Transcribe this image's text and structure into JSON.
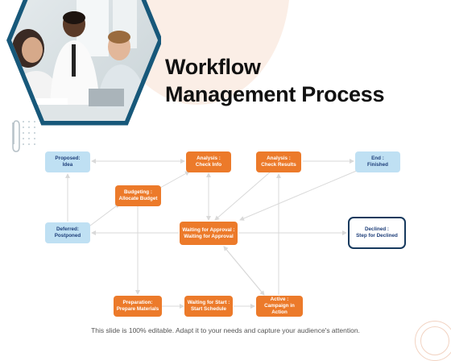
{
  "title": {
    "line1": "Workflow",
    "line2": "Management Process"
  },
  "footer": "This slide is 100% editable. Adapt it to your needs and capture your audience's attention.",
  "colors": {
    "blue_fill": "#bfe0f3",
    "orange_fill": "#ec7a2a",
    "outline_stroke": "#173a5e",
    "hexagon": "#17587a",
    "arrow": "#d9d9d9"
  },
  "nodes": {
    "proposed": {
      "line1": "Proposed:",
      "line2": "Idea"
    },
    "analysis_check_info": {
      "line1": "Analysis :",
      "line2": "Check Info"
    },
    "analysis_check_results": {
      "line1": "Analysis :",
      "line2": "Check Results"
    },
    "end": {
      "line1": "End :",
      "line2": "Finished"
    },
    "budgeting": {
      "line1": "Budgeting :",
      "line2": "Allocate Budget"
    },
    "deferred": {
      "line1": "Deferred:",
      "line2": "Postponed"
    },
    "waiting_approval": {
      "line1": "Waiting for Approval :",
      "line2": "Waiting for Approval"
    },
    "declined": {
      "line1": "Declined :",
      "line2": "Step for Declined"
    },
    "preparation": {
      "line1": "Preparation:",
      "line2": "Prepare Materials"
    },
    "waiting_start": {
      "line1": "Waiting for Start :",
      "line2": "Start Schedule"
    },
    "active": {
      "line1": "Active :",
      "line2": "Campaign in Action"
    }
  },
  "photo": {
    "icon": "business-team-photo"
  }
}
